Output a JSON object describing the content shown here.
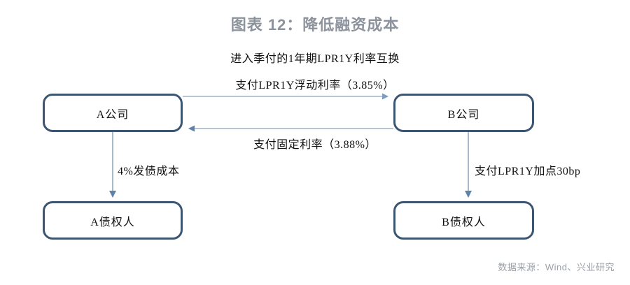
{
  "title": "图表 12：降低融资成本",
  "colors": {
    "title_text": "#8c939c",
    "box_border": "#3c5570",
    "arrow_line": "#8fa8c0",
    "body_text": "#111111",
    "source_text": "#9aa0a6",
    "background": "#ffffff"
  },
  "nodes": {
    "company_a": "A公司",
    "company_b": "B公司",
    "creditor_a": "A债权人",
    "creditor_b": "B债权人"
  },
  "labels": {
    "swap_header": "进入季付的1年期LPR1Y利率互换",
    "float_leg": "支付LPR1Y浮动利率（3.85%）",
    "fixed_leg": "支付固定利率（3.88%）",
    "issue_cost": "4%发债成本",
    "lpr_spread": "支付LPR1Y加点30bp"
  },
  "flows": [
    {
      "from": "A公司",
      "to": "B公司",
      "direction": "right",
      "label": "支付LPR1Y浮动利率（3.85%）"
    },
    {
      "from": "B公司",
      "to": "A公司",
      "direction": "left",
      "label": "支付固定利率（3.88%）"
    },
    {
      "from": "A公司",
      "to": "A债权人",
      "direction": "down",
      "label": "4%发债成本"
    },
    {
      "from": "B公司",
      "to": "B债权人",
      "direction": "down",
      "label": "支付LPR1Y加点30bp"
    }
  ],
  "source": "数据来源：Wind、兴业研究"
}
